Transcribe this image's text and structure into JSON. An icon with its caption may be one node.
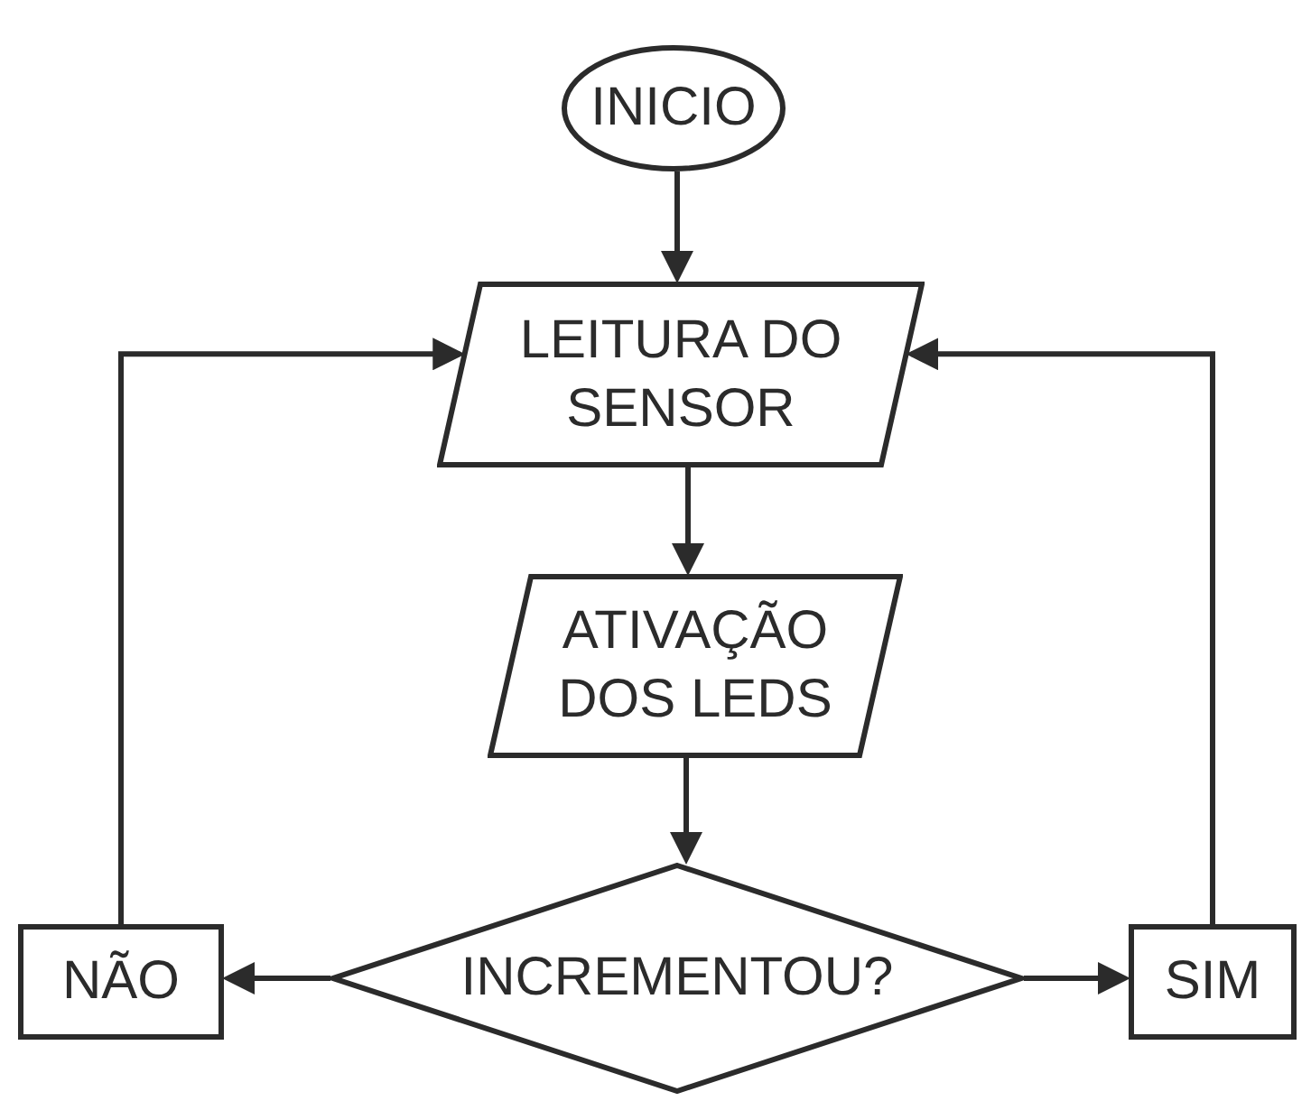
{
  "diagram": {
    "nodes": [
      {
        "text": [
          "INICIO"
        ]
      },
      {
        "text": [
          "LEITURA DO SENSOR"
        ]
      },
      {
        "text": [
          "ATIVAÇÃO DOS LEDS"
        ]
      },
      {
        "text": [
          "INCREMENTOU?"
        ]
      },
      {
        "text": [
          "NÃO"
        ]
      },
      {
        "text": [
          "SIM"
        ]
      }
    ],
    "edges": [
      {
        "from": 0,
        "to": 1,
        "arrow": "to"
      },
      {
        "from": 1,
        "to": 2,
        "arrow": "to"
      },
      {
        "from": 2,
        "to": 3,
        "arrow": "to"
      },
      {
        "from": 3,
        "to": 4,
        "arrow": "to"
      },
      {
        "from": 3,
        "to": 5,
        "arrow": "to"
      },
      {
        "from": 4,
        "to": 1,
        "arrow": "to"
      },
      {
        "from": 5,
        "to": 1,
        "arrow": "to"
      }
    ]
  }
}
